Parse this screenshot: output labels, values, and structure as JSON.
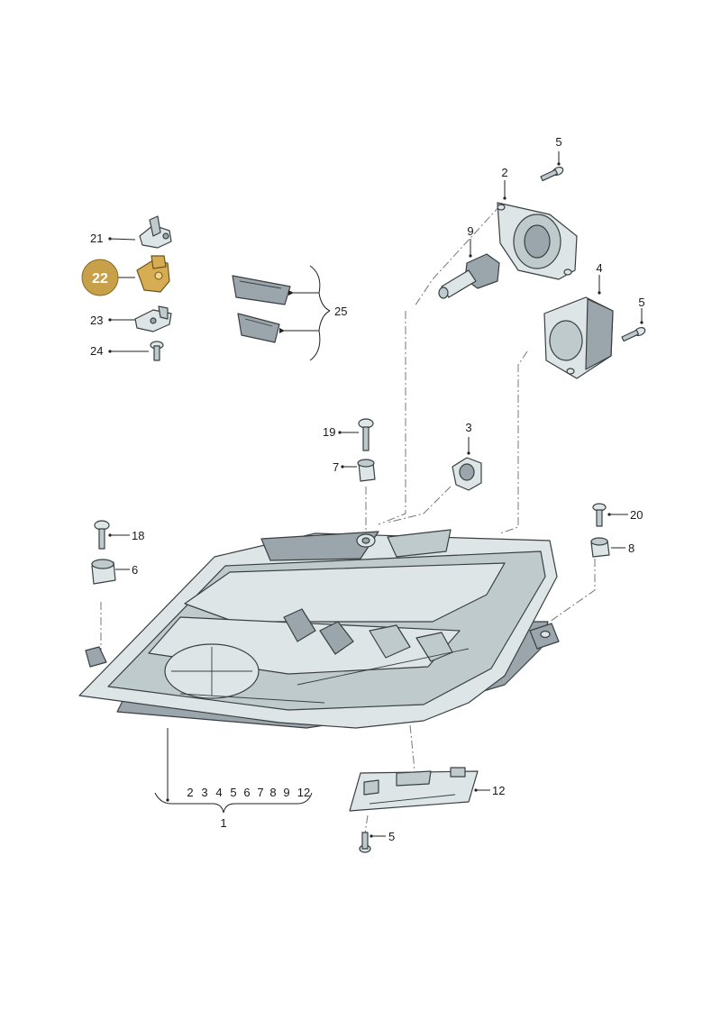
{
  "callouts": {
    "c1": "1",
    "c2": "2",
    "c3": "3",
    "c4": "4",
    "c5_top": "5",
    "c5_right": "5",
    "c5_bottom": "5",
    "c6": "6",
    "c7": "7",
    "c8": "8",
    "c9": "9",
    "c12_plate": "12",
    "c18": "18",
    "c19": "19",
    "c20": "20",
    "c21": "21",
    "c22": "22",
    "c23": "23",
    "c24": "24",
    "c25": "25"
  },
  "bracket_list": {
    "i1": "2",
    "i2": "3",
    "i3": "4",
    "i4": "5",
    "i5": "6",
    "i6": "7",
    "i7": "8",
    "i8": "9",
    "i9": "12"
  },
  "highlight": {
    "part": "22",
    "color": "#c9a04a"
  }
}
